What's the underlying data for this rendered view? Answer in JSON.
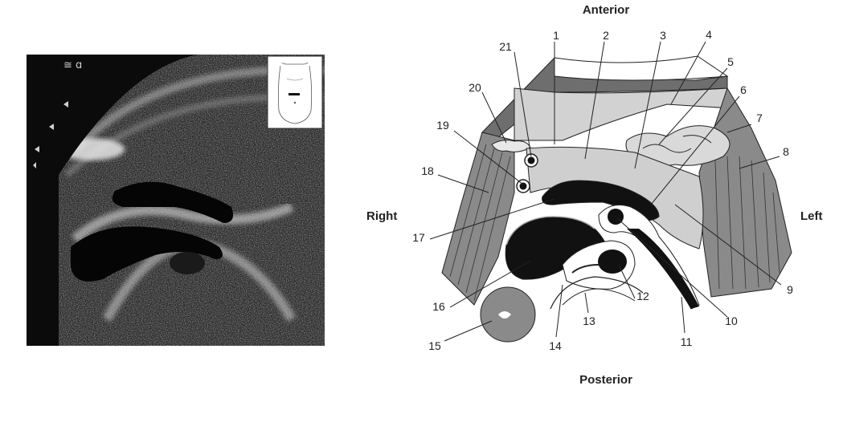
{
  "scan": {
    "probe_symbol": "≅ ɑ"
  },
  "orientation": {
    "anterior": "Anterior",
    "posterior": "Posterior",
    "right": "Right",
    "left": "Left"
  },
  "labels": [
    "1",
    "2",
    "3",
    "4",
    "5",
    "6",
    "7",
    "8",
    "9",
    "10",
    "11",
    "12",
    "13",
    "14",
    "15",
    "16",
    "17",
    "18",
    "19",
    "20",
    "21"
  ],
  "colors": {
    "scan_background": "#0b0b0b",
    "muscle_gray": "#8a8a8a",
    "organ_light": "#cfcfcf",
    "vessel_black": "#111111",
    "wall_dark": "#6e6e6e"
  }
}
